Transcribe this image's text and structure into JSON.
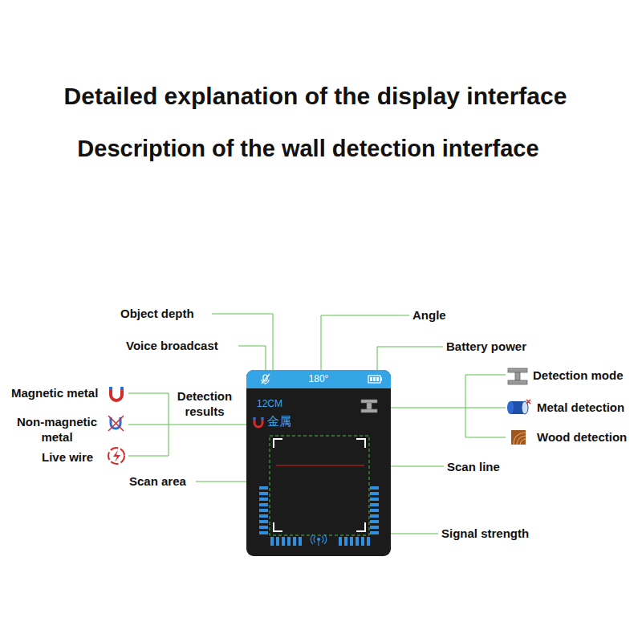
{
  "diagram": {
    "title": "Detailed explanation of the display interface",
    "nodes": [
      {
        "text": [
          "12CM",
          "金属"
        ]
      },
      {
        "text": [
          "180°"
        ],
        "in": 0
      }
    ],
    "labels": [
      "Description of the wall detection interface",
      "Object depth",
      "Voice broadcast",
      "Angle",
      "Battery power",
      "Detection mode",
      "Magnetic metal",
      "Detection results",
      "Metal detection",
      "Non-magnetic metal",
      "Wood detection",
      "Live wire",
      "Scan line",
      "Scan area",
      "Signal strength"
    ]
  }
}
